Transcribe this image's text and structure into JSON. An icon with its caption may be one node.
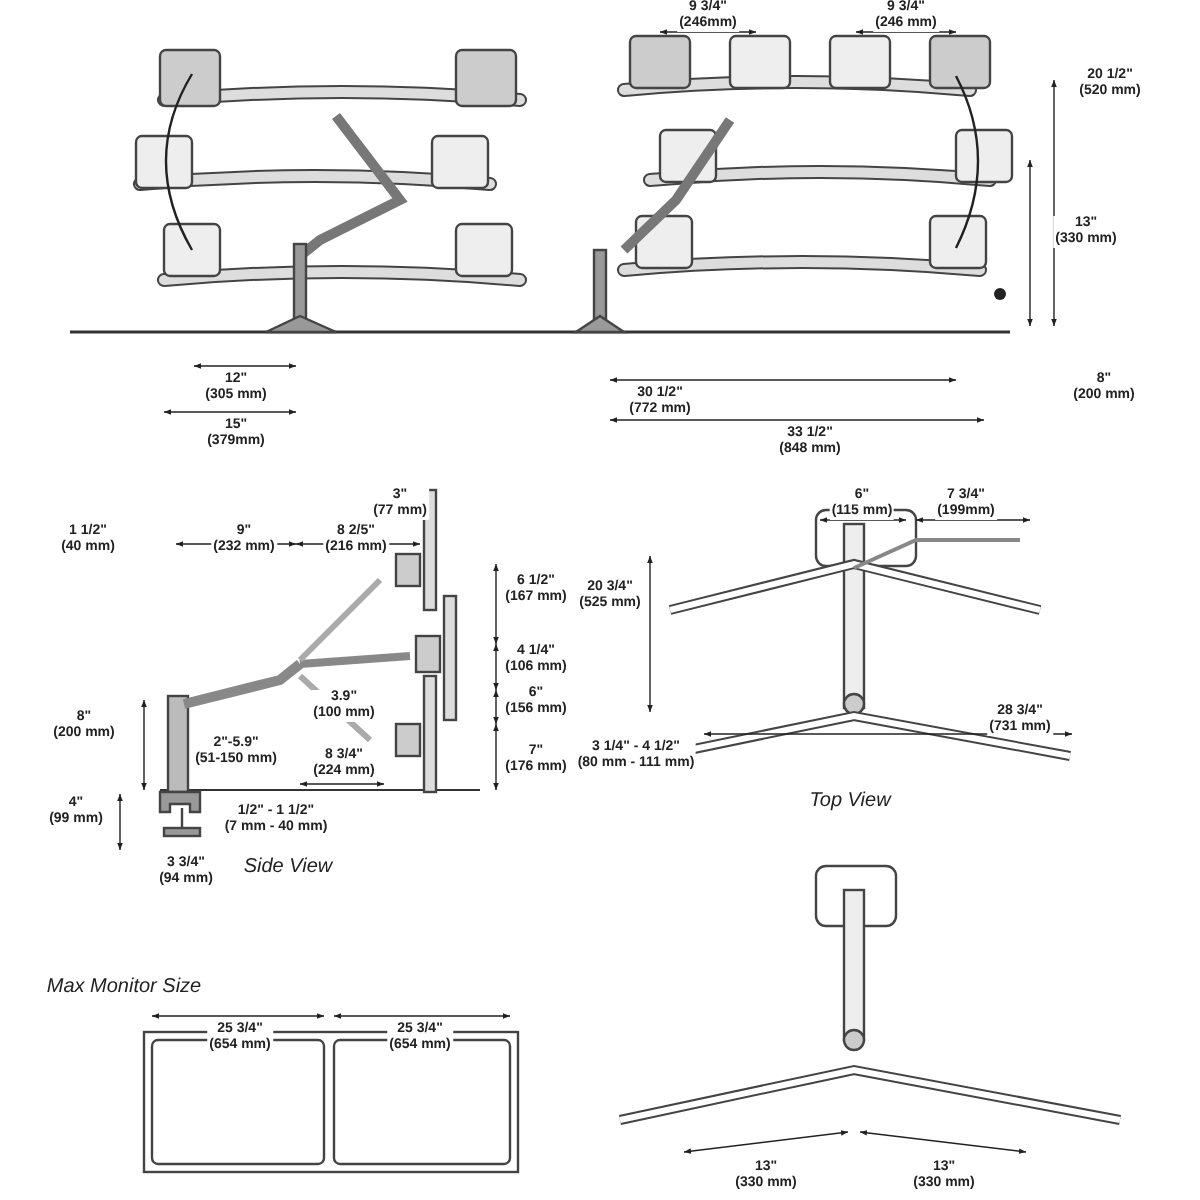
{
  "diagram": {
    "labels": [
      "12\" (305 mm)",
      "15\" (379mm)",
      "9 3/4\" (246mm)",
      "9 3/4\" (246 mm)",
      "20 1/2\" (520 mm)",
      "13\" (330 mm)",
      "30 1/2\" (772 mm)",
      "8\" (200 mm)",
      "33 1/2\" (848 mm)",
      "1 1/2\" (40 mm)",
      "9\" (232 mm)",
      "8 2/5\" (216 mm)",
      "3\" (77 mm)",
      "6 1/2\" (167 mm)",
      "4 1/4\" (106 mm)",
      "3.9\" (100 mm)",
      "6\" (156 mm)",
      "8\" (200 mm)",
      "2\"-5.9\" (51-150 mm)",
      "8 3/4\" (224 mm)",
      "7\" (176 mm)",
      "4\" (99 mm)",
      "1/2\" - 1 1/2\" (7 mm - 40 mm)",
      "3 3/4\" (94 mm)",
      "Side View",
      "6\" (115 mm)",
      "7 3/4\" (199mm)",
      "20 3/4\" (525 mm)",
      "28 3/4\" (731 mm)",
      "3 1/4\" - 4 1/2\" (80 mm - 111 mm)",
      "Top View",
      "Max Monitor Size",
      "25 3/4\" (654 mm)",
      "25 3/4\" (654 mm)",
      "13\" (330 mm)",
      "13\" (330 mm)"
    ]
  }
}
